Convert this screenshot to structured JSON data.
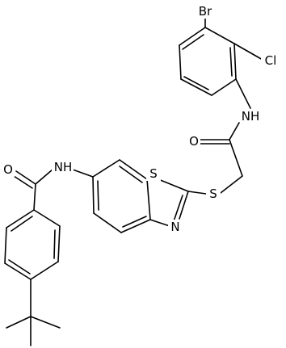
{
  "structure": {
    "kind": "skeletal chemical structure",
    "atom_labels": {
      "br": "Br",
      "cl": "Cl",
      "nh_amide_top": "NH",
      "o_amide_top": "O",
      "s_thioether": "S",
      "s_ring": "S",
      "n_ring": "N",
      "nh_amide_left": "NH",
      "o_amide_left": "O"
    }
  }
}
